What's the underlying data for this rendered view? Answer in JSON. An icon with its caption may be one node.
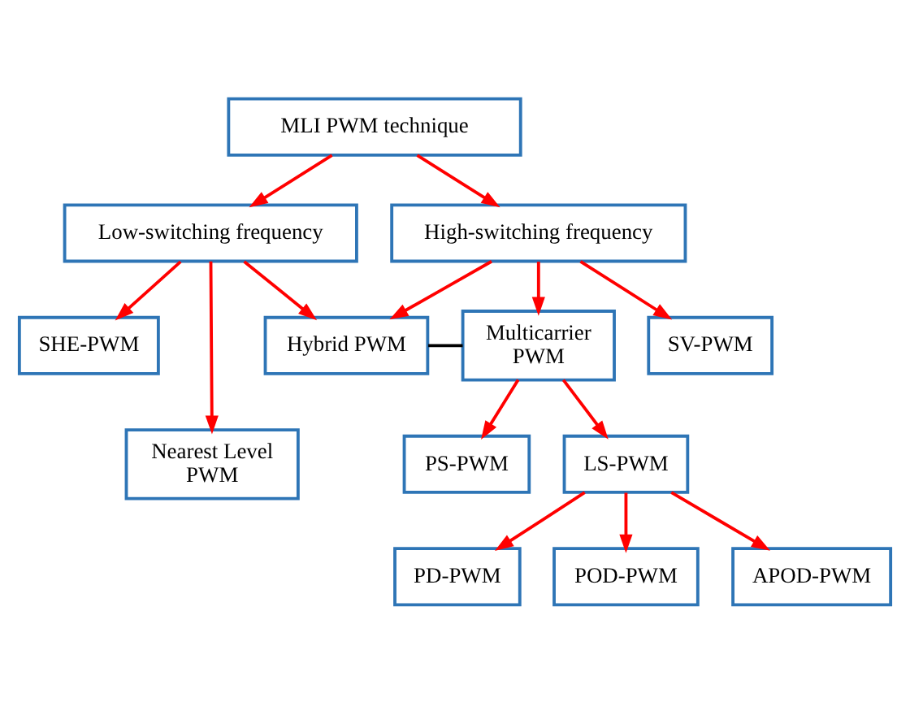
{
  "diagram": {
    "nodes": [
      {
        "text": [
          "MLI PWM technique"
        ]
      },
      {
        "text": [
          "Low-switching frequency"
        ]
      },
      {
        "text": [
          "High-switching frequency"
        ]
      },
      {
        "text": [
          "SHE-PWM"
        ]
      },
      {
        "text": [
          "Hybrid PWM"
        ]
      },
      {
        "text": [
          "Multicarrier PWM"
        ]
      },
      {
        "text": [
          "SV-PWM"
        ]
      },
      {
        "text": [
          "Nearest Level PWM"
        ]
      },
      {
        "text": [
          "PS-PWM"
        ]
      },
      {
        "text": [
          "LS-PWM"
        ]
      },
      {
        "text": [
          "PD-PWM"
        ]
      },
      {
        "text": [
          "POD-PWM"
        ]
      },
      {
        "text": [
          "APOD-PWM"
        ]
      }
    ],
    "edges": [
      {
        "from": 0,
        "to": 1,
        "arrow": "to"
      },
      {
        "from": 0,
        "to": 2,
        "arrow": "to"
      },
      {
        "from": 1,
        "to": 3,
        "arrow": "to"
      },
      {
        "from": 1,
        "to": 4,
        "arrow": "to"
      },
      {
        "from": 1,
        "to": 7,
        "arrow": "to"
      },
      {
        "from": 2,
        "to": 4,
        "arrow": "to"
      },
      {
        "from": 2,
        "to": 5,
        "arrow": "to"
      },
      {
        "from": 2,
        "to": 6,
        "arrow": "to"
      },
      {
        "from": 4,
        "to": 5,
        "arrow": "none",
        "color": "#000000"
      },
      {
        "from": 5,
        "to": 8,
        "arrow": "to"
      },
      {
        "from": 5,
        "to": 9,
        "arrow": "to"
      },
      {
        "from": 9,
        "to": 10,
        "arrow": "to"
      },
      {
        "from": 9,
        "to": 11,
        "arrow": "to"
      },
      {
        "from": 9,
        "to": 12,
        "arrow": "to"
      }
    ]
  }
}
